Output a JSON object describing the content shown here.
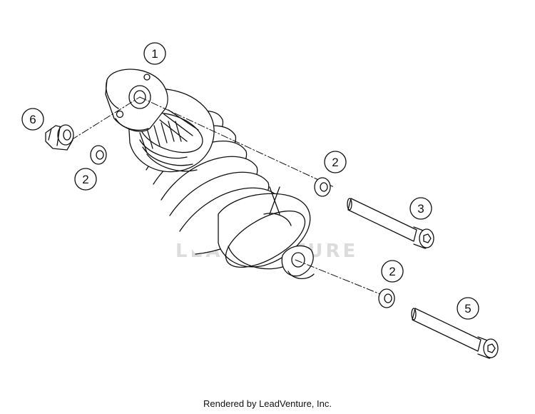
{
  "watermark": "LEADVENTURE",
  "credit": "Rendered by LeadVenture, Inc.",
  "callouts": {
    "c1": "1",
    "c2a": "2",
    "c2b": "2",
    "c3": "3",
    "c2c": "2",
    "c5": "5",
    "c6": "6"
  },
  "colors": {
    "line": "#111111",
    "watermark": "#dcdcdc"
  }
}
